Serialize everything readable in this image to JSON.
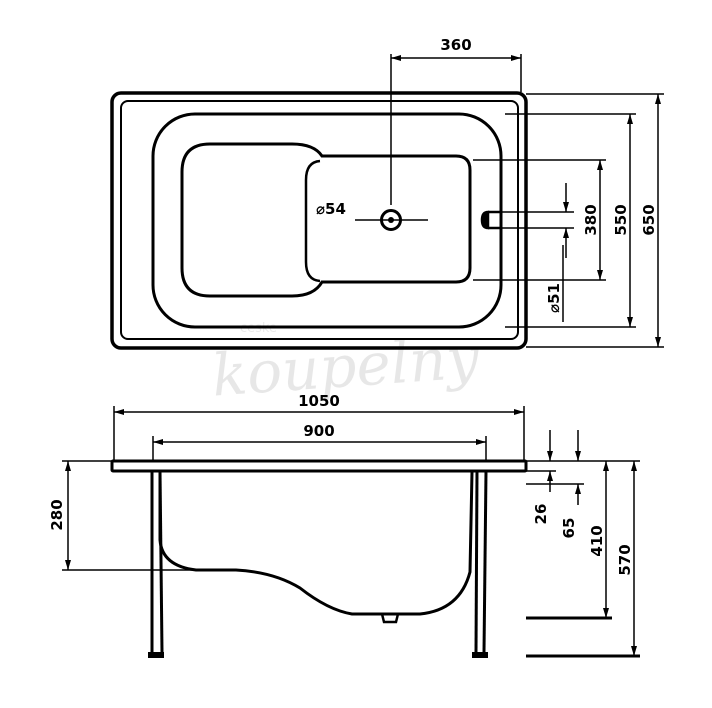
{
  "watermark": {
    "logo_text": "koupelny",
    "prefix": "ceske"
  },
  "top_view": {
    "dim_360": "360",
    "dim_380": "380",
    "dim_550": "550",
    "dim_650": "650",
    "dim_d54": "⌀54",
    "dim_d51": "⌀51"
  },
  "side_view": {
    "dim_1050": "1050",
    "dim_900": "900",
    "dim_280": "280",
    "dim_26": "26",
    "dim_65": "65",
    "dim_410": "410",
    "dim_570": "570"
  }
}
